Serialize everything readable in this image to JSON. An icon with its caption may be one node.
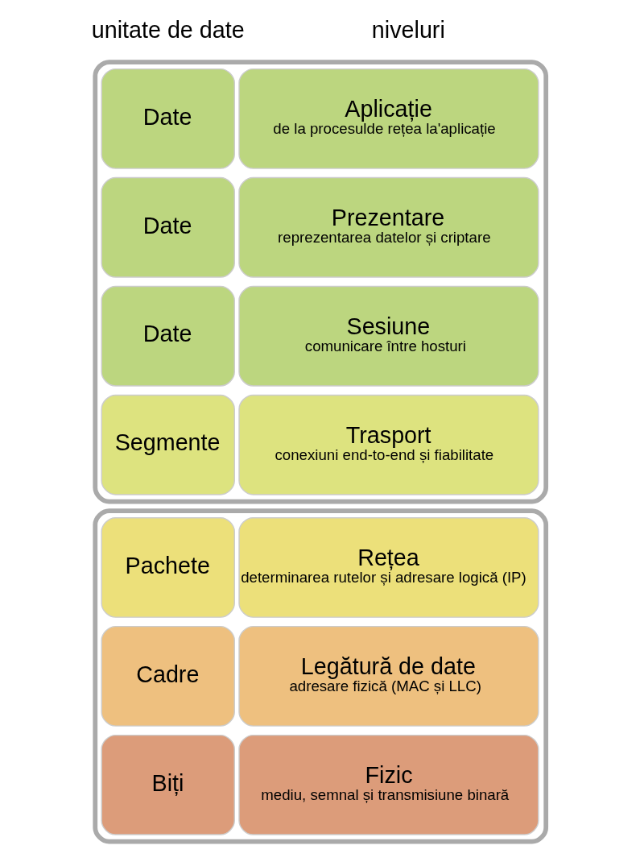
{
  "diagram": {
    "nodes": [
      {
        "text": [],
        "shape": "box"
      },
      {
        "text": [
          "Date"
        ],
        "in": 0
      },
      {
        "text": [
          "Aplicație",
          "de la procesulde rețea la'aplicație"
        ],
        "in": 0
      },
      {
        "text": [
          "Date"
        ],
        "in": 0
      },
      {
        "text": [
          "Prezentare",
          "reprezentarea datelor și criptare"
        ],
        "in": 0
      },
      {
        "text": [
          "Date"
        ],
        "in": 0
      },
      {
        "text": [
          "Sesiune",
          "comunicare între hosturi"
        ],
        "in": 0
      },
      {
        "text": [
          "Segmente"
        ],
        "in": 0
      },
      {
        "text": [
          "Trasport",
          "conexiuni end-to-end și fiabilitate"
        ],
        "in": 0
      },
      {
        "text": [],
        "shape": "box"
      },
      {
        "text": [
          "Pachete"
        ],
        "in": 9
      },
      {
        "text": [
          "Rețea",
          "determinarea rutelor și adresare logică (IP)"
        ],
        "in": 9
      },
      {
        "text": [
          "Cadre"
        ],
        "in": 9
      },
      {
        "text": [
          "Legătură de date",
          "adresare fizică (MAC și LLC)"
        ],
        "in": 9
      },
      {
        "text": [
          "Biți"
        ],
        "in": 9
      },
      {
        "text": [
          "Fizic",
          "mediu, semnal și transmisiune binară"
        ],
        "in": 9
      }
    ],
    "edges": [],
    "labels": [
      "unitate de date",
      "niveluri"
    ]
  }
}
